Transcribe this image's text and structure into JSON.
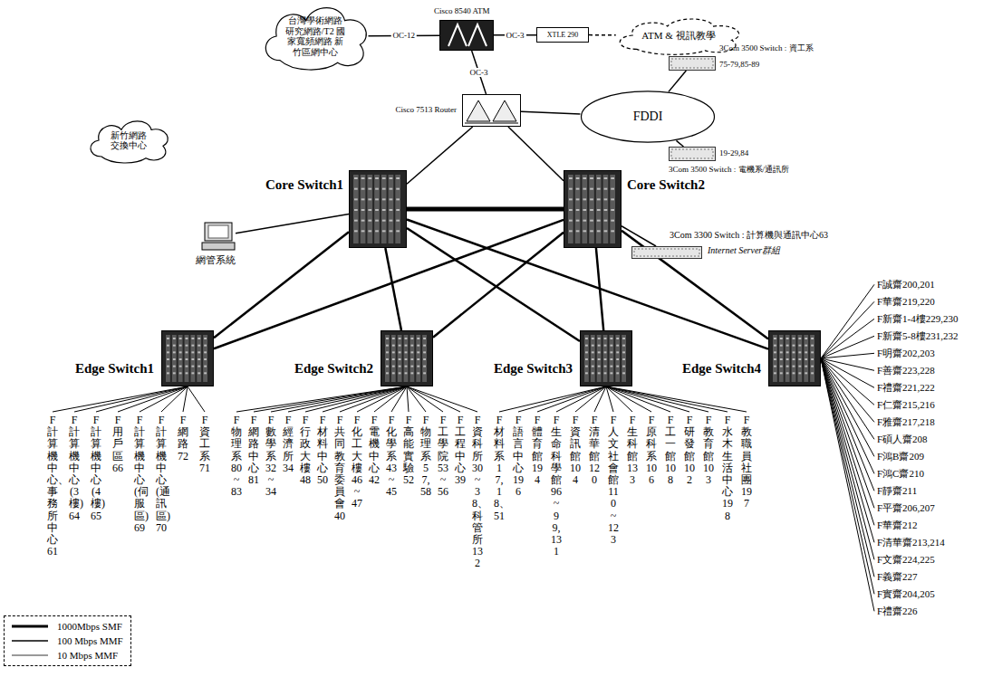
{
  "diagram": {
    "nodes": [
      {
        "text": [
          "台灣學術網路 研究網路/T2 國家寬頻網路 新竹區網中心"
        ]
      },
      {
        "text": [
          "Cisco 8540 ATM"
        ]
      },
      {
        "text": [
          "XTLE 290"
        ]
      },
      {
        "text": [
          "ATM & 視訊教學"
        ]
      },
      {
        "text": [
          "Cisco 7513 Router"
        ]
      },
      {
        "text": [
          "FDDI"
        ]
      },
      {
        "text": [
          "3Com 3500 Switch : 資工系",
          "75-79,85-89"
        ]
      },
      {
        "text": [
          "19-29,84",
          "3Com 3500 Switch : 電機系/通訊所"
        ]
      },
      {
        "text": [
          "新竹網路 交換中心"
        ]
      },
      {
        "text": [
          "Core Switch1"
        ]
      },
      {
        "text": [
          "Core Switch2"
        ]
      },
      {
        "text": [
          "網管系統"
        ]
      },
      {
        "text": [
          "3Com 3300 Switch : 計算機與通訊中心63",
          "Internet Server群組"
        ]
      },
      {
        "text": [
          "Edge Switch1"
        ]
      },
      {
        "text": [
          "Edge Switch2"
        ]
      },
      {
        "text": [
          "Edge Switch3"
        ]
      },
      {
        "text": [
          "Edge Switch4"
        ]
      }
    ],
    "edges": [
      {
        "from": 0,
        "to": 1,
        "arrow": "none",
        "label": "OC-12"
      },
      {
        "from": 1,
        "to": 2,
        "arrow": "none",
        "label": "OC-3"
      },
      {
        "from": 2,
        "to": 3,
        "arrow": "none"
      },
      {
        "from": 1,
        "to": 4,
        "arrow": "none",
        "label": "OC-3"
      },
      {
        "from": 4,
        "to": 5,
        "arrow": "none"
      },
      {
        "from": 5,
        "to": 6,
        "arrow": "none"
      },
      {
        "from": 5,
        "to": 7,
        "arrow": "none"
      },
      {
        "from": 4,
        "to": 9,
        "arrow": "none"
      },
      {
        "from": 4,
        "to": 10,
        "arrow": "none"
      },
      {
        "from": 11,
        "to": 9,
        "arrow": "none"
      },
      {
        "from": 9,
        "to": 10,
        "arrow": "none"
      },
      {
        "from": 10,
        "to": 12,
        "arrow": "none"
      },
      {
        "from": 9,
        "to": 13,
        "arrow": "none"
      },
      {
        "from": 9,
        "to": 14,
        "arrow": "none"
      },
      {
        "from": 9,
        "to": 15,
        "arrow": "none"
      },
      {
        "from": 9,
        "to": 16,
        "arrow": "none"
      },
      {
        "from": 10,
        "to": 13,
        "arrow": "none"
      },
      {
        "from": 10,
        "to": 14,
        "arrow": "none"
      },
      {
        "from": 10,
        "to": 15,
        "arrow": "none"
      },
      {
        "from": 10,
        "to": 16,
        "arrow": "none"
      }
    ],
    "labels": [
      "F計算機中心、事務所中心61",
      "F計算機中心(3樓)64",
      "F計算機中心(4樓)65",
      "F用戶區66",
      "F計算機中心(伺服區)69",
      "F計算機中心(通訊區)70",
      "F網路72",
      "F資工系71",
      "F物理系80~83",
      "F網路中心81",
      "F數學系32~34",
      "F經濟所34",
      "F行政大樓48",
      "F材料中心50",
      "F共同教育委員會40",
      "F化工大樓46~47",
      "F電機中心42",
      "F化學系43~45",
      "F高能實驗52",
      "F物理系57,58",
      "F工學院53~56",
      "F工程中心39",
      "F資科所30~38、科管所132",
      "F材料系17,18、51",
      "F語言中心196",
      "F體育館194",
      "F生命科學館96~99,131",
      "F資訊館104",
      "F清華館120",
      "F人文社會館110~123",
      "F生科館133",
      "F原科系106",
      "F工一館108",
      "F研發館102",
      "F教育館103",
      "F水木生活中心198",
      "F教職員社團197",
      "F誠齋200,201",
      "F華齋219,220",
      "F新齋1-4樓229,230",
      "F新齋5-8樓231,232",
      "F明齋202,203",
      "F善齋223,228",
      "F禮齋221,222",
      "F仁齋215,216",
      "F雅齋217,218",
      "F碩人齋208",
      "F鴻B齋209",
      "F鴻C齋210",
      "F靜齋211",
      "F平齋206,207",
      "F華齋212",
      "F清華齋213,214",
      "F文齋224,225",
      "F義齋227",
      "F實齋204,205",
      "F禮齋226"
    ],
    "legend": [
      {
        "text": "1000Mbps SMF"
      },
      {
        "text": "100 Mbps MMF"
      },
      {
        "text": "10 Mbps MMF"
      }
    ]
  }
}
